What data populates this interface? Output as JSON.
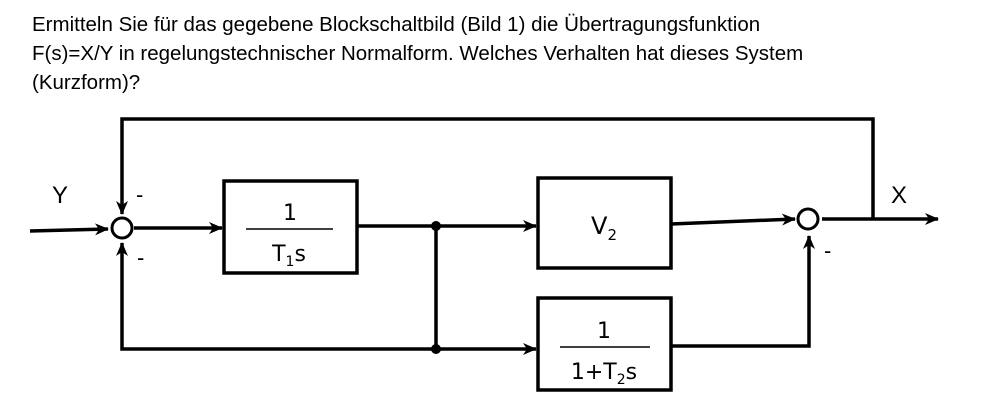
{
  "question": {
    "lines": [
      "Ermitteln Sie für das gegebene Blockschaltbild (Bild 1) die Übertragungsfunktion",
      "F(s)=X/Y in regelungstechnischer Normalform. Welches Verhalten hat dieses System",
      "(Kurzform)?"
    ]
  },
  "diagram": {
    "input_label": "Y",
    "output_label": "X",
    "sum1": {
      "sign_top": "-",
      "sign_bottom": "-"
    },
    "sum2": {
      "sign_bottom": "-"
    },
    "block_integrator": {
      "numerator": "1",
      "den_prefix": "T",
      "den_sub": "1",
      "den_suffix": "s"
    },
    "block_gain": {
      "main": "V",
      "sub": "2"
    },
    "block_lag": {
      "numerator": "1",
      "den_prefix": "1+T",
      "den_sub": "2",
      "den_suffix": "s"
    }
  }
}
